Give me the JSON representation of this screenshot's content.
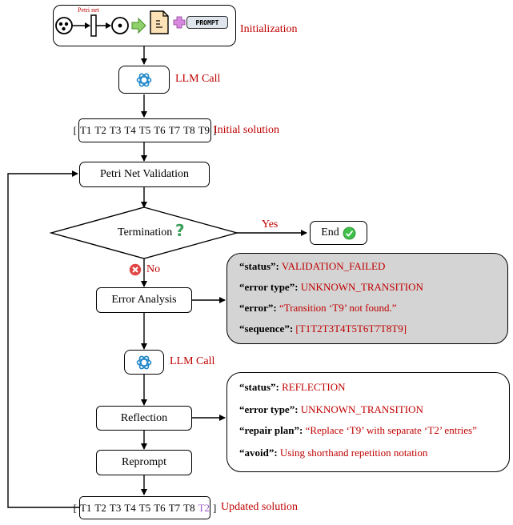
{
  "init": {
    "petri_label": "Petri net",
    "prompt_tag": "PROMPT",
    "label": "Initialization"
  },
  "llm_call_1": {
    "label": "LLM Call"
  },
  "initial_solution": {
    "sequence": [
      "T1",
      "T2",
      "T3",
      "T4",
      "T5",
      "T6",
      "T7",
      "T8",
      "T9"
    ],
    "label": "Initial solution"
  },
  "validation": {
    "label": "Petri Net Validation"
  },
  "termination": {
    "label": "Termination",
    "yes": "Yes",
    "no": "No"
  },
  "end": {
    "label": "End"
  },
  "error_analysis": {
    "label": "Error Analysis"
  },
  "error_panel": {
    "rows": [
      {
        "key": "“status”:",
        "value": "VALIDATION_FAILED"
      },
      {
        "key": "“error type”:",
        "value": "UNKNOWN_TRANSITION"
      },
      {
        "key": "“error”:",
        "value": "“Transition ‘T9’ not found.”"
      },
      {
        "key": "“sequence”:",
        "value": "[T1T2T3T4T5T6T7T8T9]"
      }
    ]
  },
  "llm_call_2": {
    "label": "LLM Call"
  },
  "reflection": {
    "label": "Reflection"
  },
  "reflection_panel": {
    "rows": [
      {
        "key": "“status”:",
        "value": "REFLECTION"
      },
      {
        "key": "“error type”:",
        "value": "UNKNOWN_TRANSITION"
      },
      {
        "key": "“repair plan”:",
        "value": "“Replace ‘T9’ with separate ‘T2’ entries”"
      },
      {
        "key": "“avoid”:",
        "value": "Using shorthand repetition notation"
      }
    ]
  },
  "reprompt": {
    "label": "Reprompt"
  },
  "updated_solution": {
    "sequence": [
      "T1",
      "T2",
      "T3",
      "T4",
      "T5",
      "T6",
      "T7",
      "T8"
    ],
    "changed": "T2",
    "label": "Updated solution"
  }
}
